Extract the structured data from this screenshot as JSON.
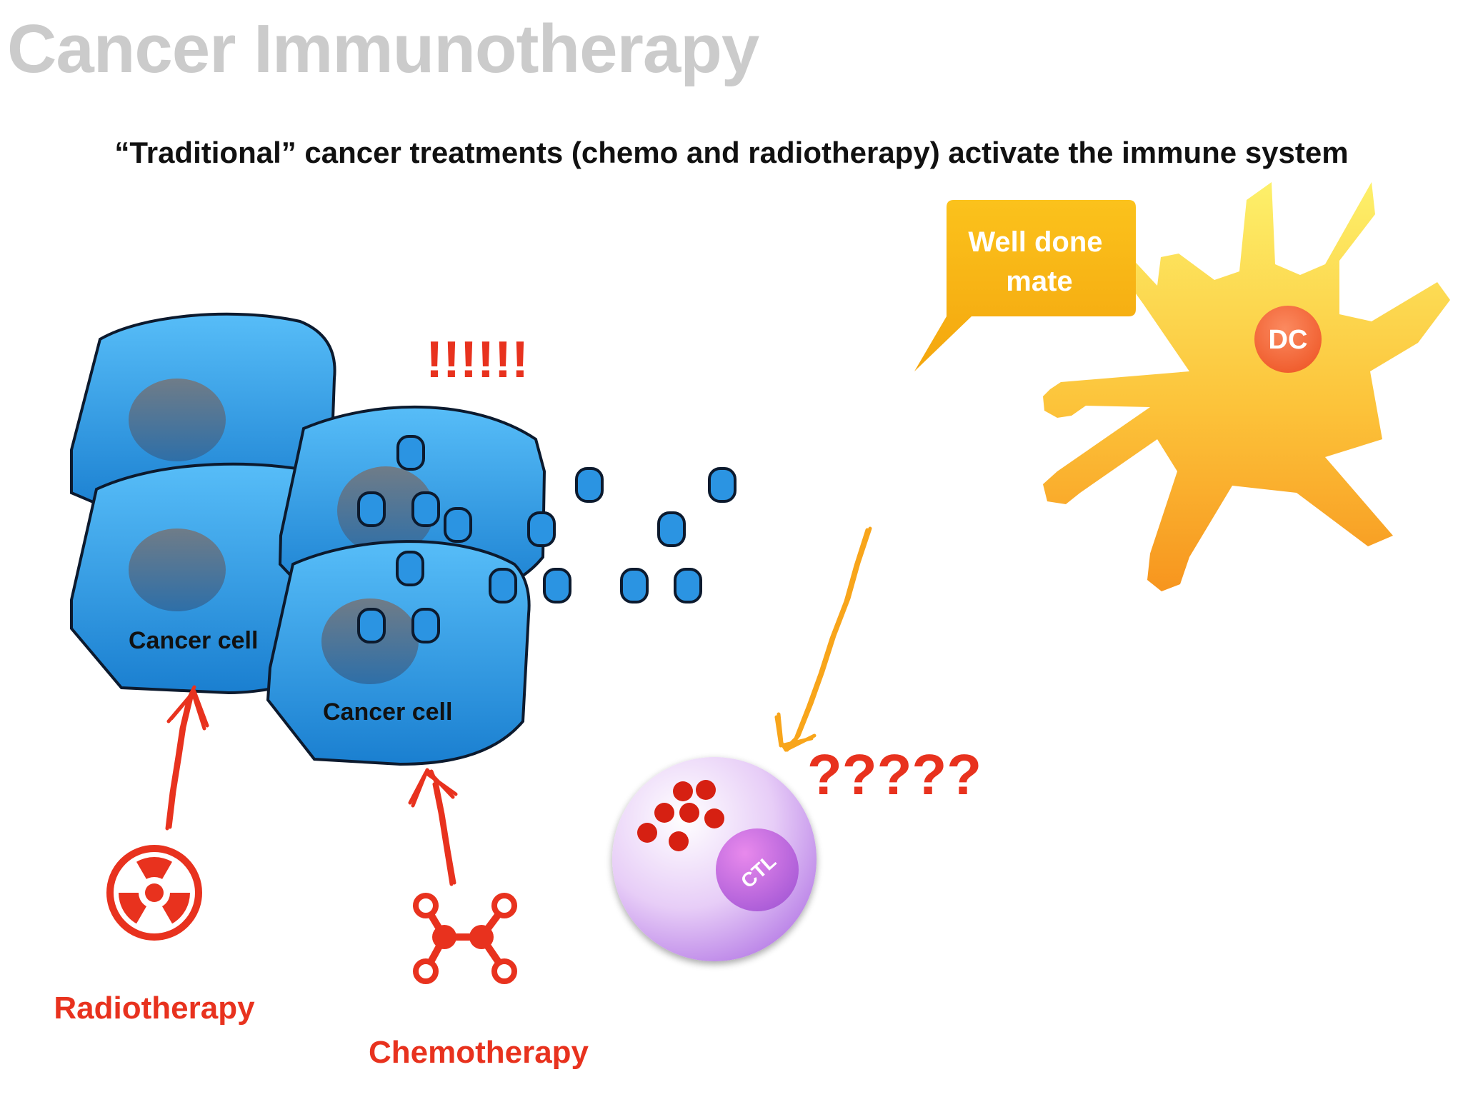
{
  "slide": {
    "title": "Cancer Immunotherapy",
    "subtitle": "“Traditional” cancer treatments (chemo and radiotherapy) activate the immune system"
  },
  "cells": {
    "back_label": "Cancer cell",
    "front_label": "Cancer cell",
    "fill_color": "#2f9ee6",
    "nucleus_color": "#5f6f80"
  },
  "alarm": {
    "exclamations": "!!!!!!",
    "questions": "?????"
  },
  "dendritic_cell": {
    "label": "DC",
    "speech": [
      "Well done",
      "mate"
    ],
    "color": "#fbbf24"
  },
  "t_cell": {
    "label": "CTL",
    "color": "#d49df0"
  },
  "treatments": {
    "radiotherapy": {
      "label": "Radiotherapy",
      "icon": "radiation-icon"
    },
    "chemotherapy": {
      "label": "Chemotherapy",
      "icon": "molecule-icon"
    },
    "color": "#e8321e"
  }
}
